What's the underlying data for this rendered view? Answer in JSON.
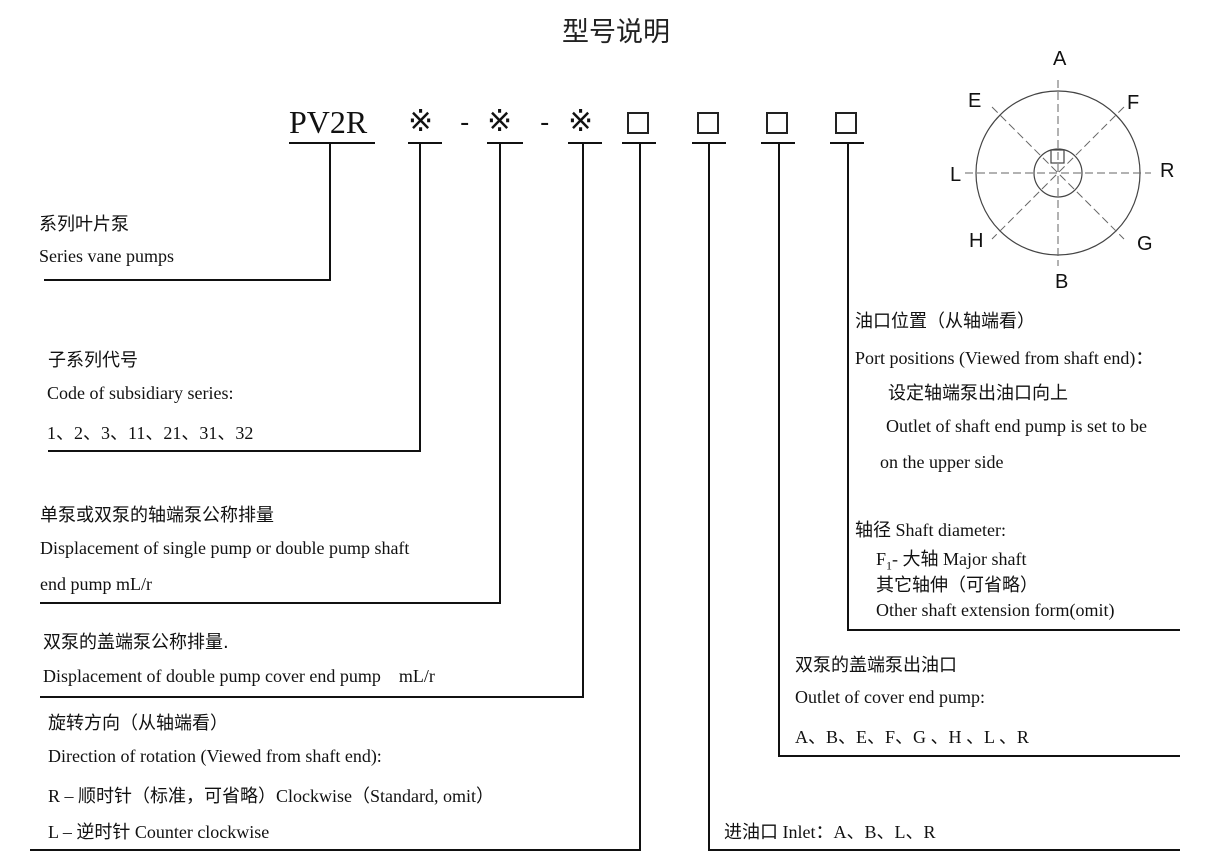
{
  "title": "型号说明",
  "model_code": {
    "prefix": "PV2R",
    "marks": [
      "※",
      "※",
      "※"
    ],
    "separator": "-"
  },
  "port_diagram": {
    "labels": {
      "A": "A",
      "B": "B",
      "E": "E",
      "F": "F",
      "G": "G",
      "H": "H",
      "L": "L",
      "R": "R"
    }
  },
  "series": {
    "cn": "系列叶片泵",
    "en": "Series vane pumps"
  },
  "subseries": {
    "cn": "子系列代号",
    "en": "Code of subsidiary series:",
    "values": "1、2、3、11、21、31、32"
  },
  "shaft_displacement": {
    "cn": "单泵或双泵的轴端泵公称排量",
    "en_line1": "Displacement of single pump or double pump shaft",
    "en_line2": "end pump mL/r"
  },
  "cover_displacement": {
    "cn": "双泵的盖端泵公称排量.",
    "en": "Displacement of double pump cover end pump    mL/r"
  },
  "rotation": {
    "cn": "旋转方向（从轴端看）",
    "en": "Direction of rotation (Viewed from shaft end):",
    "r_line": "R –  顺时针（标准，可省略）Clockwise（Standard, omit）",
    "l_line": "L –  逆时针 Counter clockwise"
  },
  "inlet": {
    "text": "进油口 Inlet：A、B、L、R"
  },
  "cover_outlet": {
    "cn": "双泵的盖端泵出油口",
    "en": "Outlet of cover end pump:",
    "values": "A、B、E、F、G 、H 、L 、R"
  },
  "shaft_diameter": {
    "title": "轴径 Shaft diameter:",
    "f_main": "F",
    "f_sub": "1",
    "f_rest": "-  大轴  Major shaft",
    "other_cn": "其它轴伸（可省略）",
    "other_en": "Other shaft extension form(omit)"
  },
  "port_positions": {
    "cn": "油口位置（从轴端看）",
    "en": "Port positions (Viewed from shaft end)：",
    "note_cn": "设定轴端泵出油口向上",
    "note_en_line1": "Outlet of shaft end pump is set to be",
    "note_en_line2": "on the upper side"
  }
}
